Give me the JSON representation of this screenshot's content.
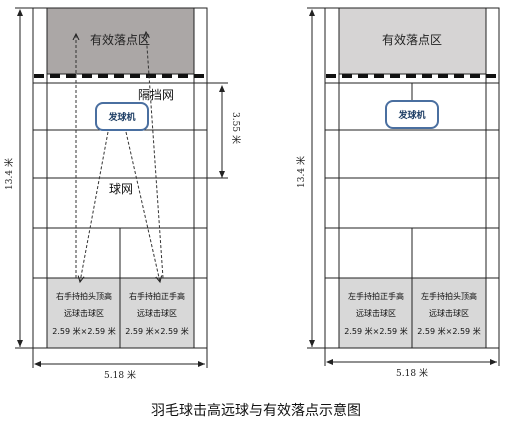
{
  "caption": "羽毛球击高远球与有效落点示意图",
  "left_court": {
    "target_zone": "有效落点区",
    "barrier_net": "隔挡网",
    "machine": "发球机",
    "net": "球网",
    "zone_left": {
      "line1": "右手持拍头顶高",
      "line2": "远球击球区",
      "line3": "2.59 米×2.59 米"
    },
    "zone_right": {
      "line1": "右手持拍正手高",
      "line2": "远球击球区",
      "line3": "2.59 米×2.59 米"
    },
    "dim_height": "13.4 米",
    "dim_width": "5.18 米",
    "dim_spacing": "3.55 米"
  },
  "right_court": {
    "target_zone": "有效落点区",
    "machine": "发球机",
    "zone_left": {
      "line1": "左手持拍正手高",
      "line2": "远球击球区",
      "line3": "2.59 米×2.59 米"
    },
    "zone_right": {
      "line1": "左手持拍头顶高",
      "line2": "远球击球区",
      "line3": "2.59 米×2.59 米"
    },
    "dim_height": "13.4 米",
    "dim_width": "5.18 米"
  },
  "colors": {
    "left_target_fill": "#aba7a6",
    "right_target_fill": "#d6d4d4",
    "zone_fill": "#d8d8d8",
    "machine_border": "#4a6fa0",
    "line": "#222222"
  }
}
